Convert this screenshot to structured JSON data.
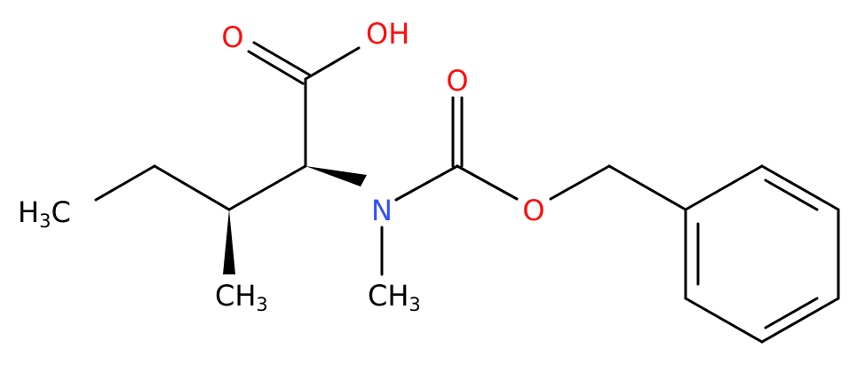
{
  "molecule": {
    "colors": {
      "bond": "#000000",
      "carbon_label": "#000000",
      "oxygen": "#ff0d0d",
      "nitrogen": "#3050f8"
    },
    "labels": {
      "carbonyl_o_top": "O",
      "hydroxyl": "OH",
      "carbamate_o_carbonyl": "O",
      "ester_o": "O",
      "nitrogen": "N",
      "ethyl_ch3_h": "H",
      "ethyl_ch3_sub": "3",
      "ethyl_ch3_c": "C",
      "beta_ch3_c": "CH",
      "beta_ch3_sub": "3",
      "n_ch3_c": "CH",
      "n_ch3_sub": "3"
    }
  }
}
